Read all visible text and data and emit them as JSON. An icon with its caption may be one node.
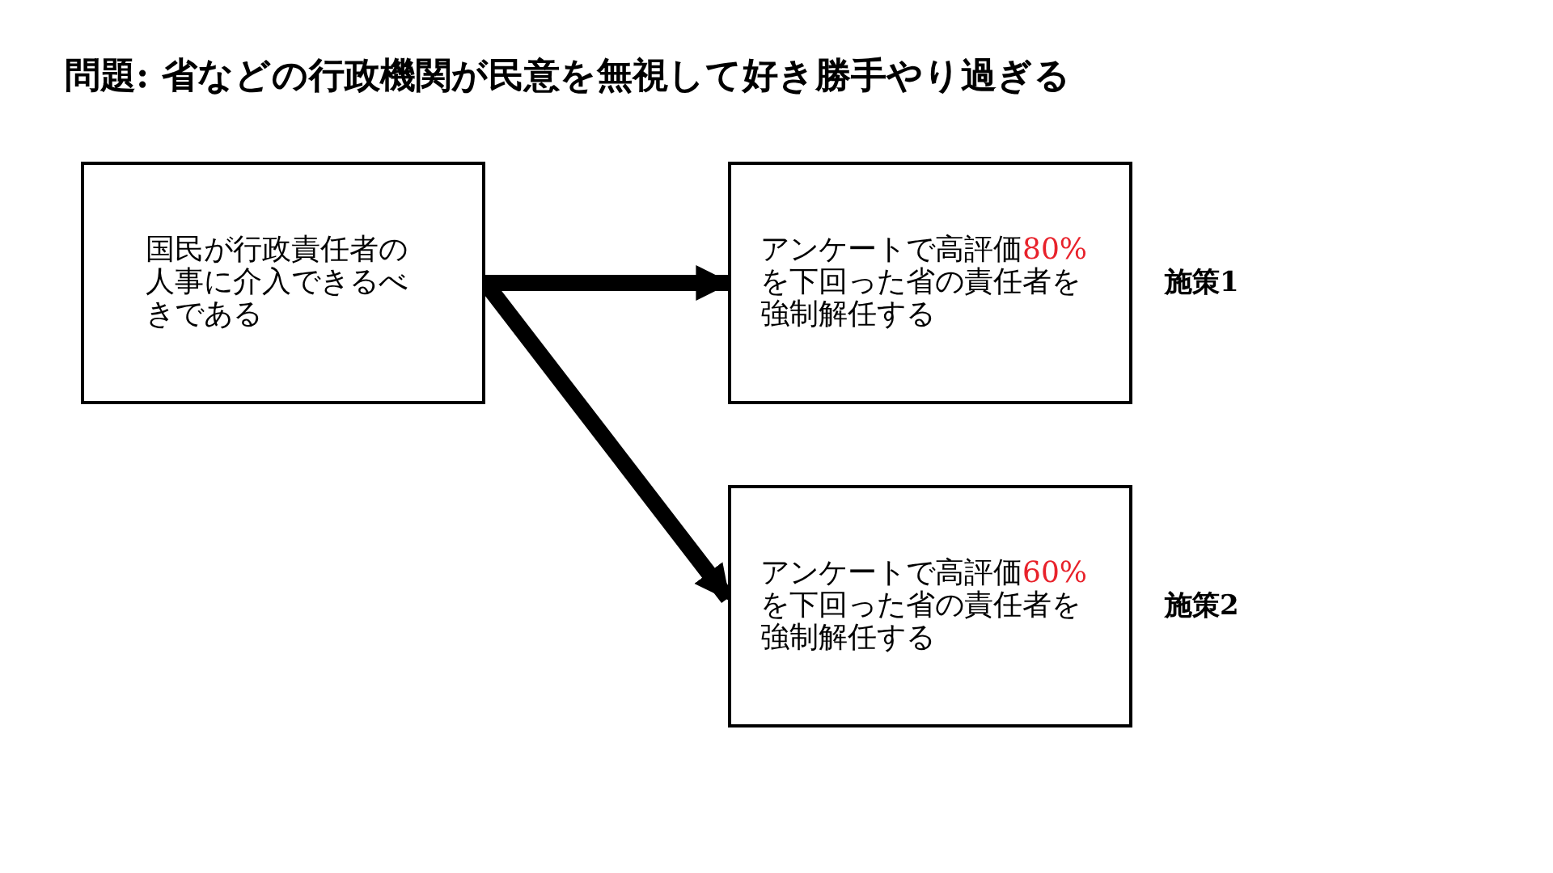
{
  "diagram": {
    "title": "問題: 省などの行政機関が民意を無視して好き勝手やり過ぎる",
    "nodes": [
      {
        "text": [
          "国民が行政責任者の人事に介入できるべきである"
        ]
      },
      {
        "text": [
          "アンケートで高評価",
          "80%",
          "を下回った省の責任者を強制解任する"
        ],
        "beside": [
          "施策1"
        ]
      },
      {
        "text": [
          "アンケートで高評価",
          "60%",
          "を下回った省の責任者を強制解任する"
        ],
        "beside": [
          "施策2"
        ]
      }
    ],
    "edges": [
      {
        "from": 0,
        "to": 1,
        "arrow": "to"
      },
      {
        "from": 0,
        "to": 2,
        "arrow": "to"
      }
    ]
  }
}
